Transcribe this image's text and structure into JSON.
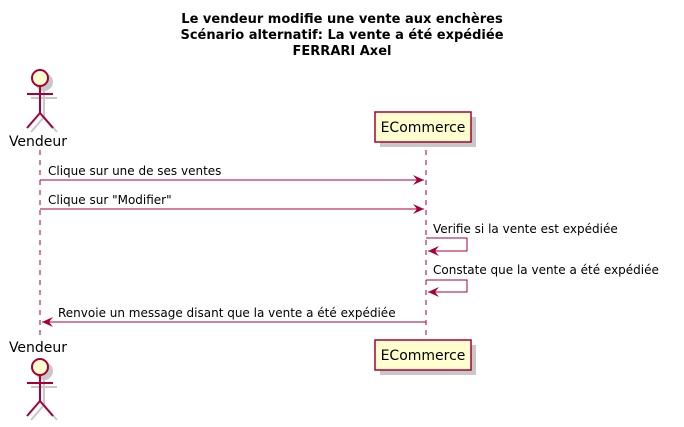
{
  "title": {
    "line1": "Le vendeur modifie une vente aux enchères",
    "line2": "Scénario alternatif: La vente a été expédiée",
    "line3": "FERRARI Axel"
  },
  "participants": {
    "vendeur": {
      "name": "Vendeur",
      "kind": "actor"
    },
    "ecommerce": {
      "name": "ECommerce",
      "kind": "participant"
    }
  },
  "messages": [
    {
      "label": "Clique sur une de ses ventes",
      "from": "vendeur",
      "to": "ecommerce"
    },
    {
      "label": "Clique sur \"Modifier\"",
      "from": "vendeur",
      "to": "ecommerce"
    },
    {
      "label": "Verifie si la vente est expédiée",
      "from": "ecommerce",
      "to": "ecommerce"
    },
    {
      "label": "Constate que la vente a été expédiée",
      "from": "ecommerce",
      "to": "ecommerce"
    },
    {
      "label": "Renvoie un message disant que la vente a été  expédiée",
      "from": "ecommerce",
      "to": "vendeur"
    }
  ],
  "colors": {
    "line": "#A80036",
    "actor_fill": "#FEFECE",
    "box_fill": "#FEFECE",
    "shadow": "#C8C8C8"
  }
}
